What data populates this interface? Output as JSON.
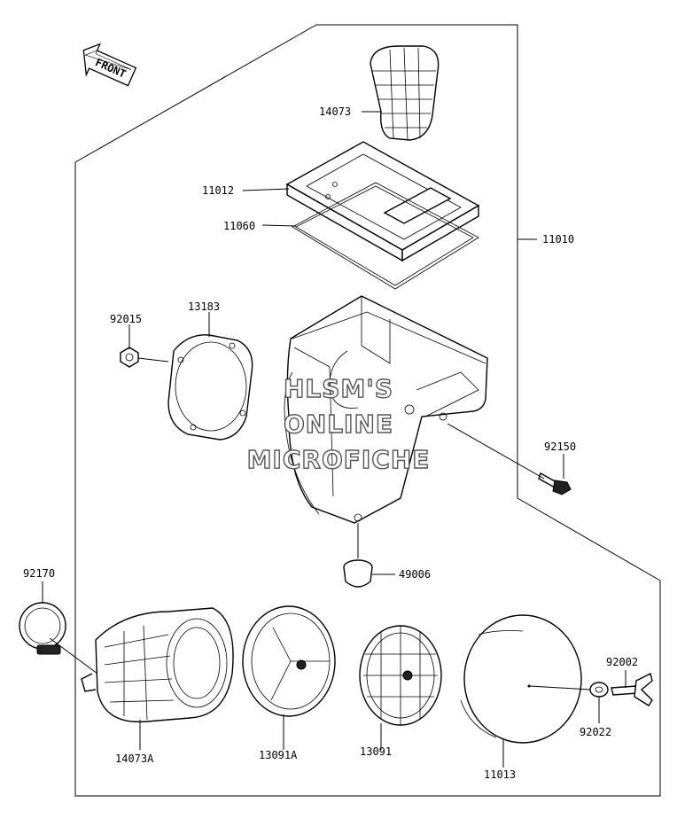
{
  "front_badge": "FRONT",
  "watermark": [
    "HLSM'S",
    "ONLINE",
    "MICROFICHE"
  ],
  "parts": [
    {
      "id": "p14073",
      "label": "14073"
    },
    {
      "id": "p11012",
      "label": "11012"
    },
    {
      "id": "p11060",
      "label": "11060"
    },
    {
      "id": "p11010",
      "label": "11010"
    },
    {
      "id": "p92015",
      "label": "92015"
    },
    {
      "id": "p13183",
      "label": "13183"
    },
    {
      "id": "p92150",
      "label": "92150"
    },
    {
      "id": "p49006",
      "label": "49006"
    },
    {
      "id": "p92170",
      "label": "92170"
    },
    {
      "id": "p92002",
      "label": "92002"
    },
    {
      "id": "p92022",
      "label": "92022"
    },
    {
      "id": "p14073A",
      "label": "14073A"
    },
    {
      "id": "p13091A",
      "label": "13091A"
    },
    {
      "id": "p13091",
      "label": "13091"
    },
    {
      "id": "p11013",
      "label": "11013"
    }
  ]
}
